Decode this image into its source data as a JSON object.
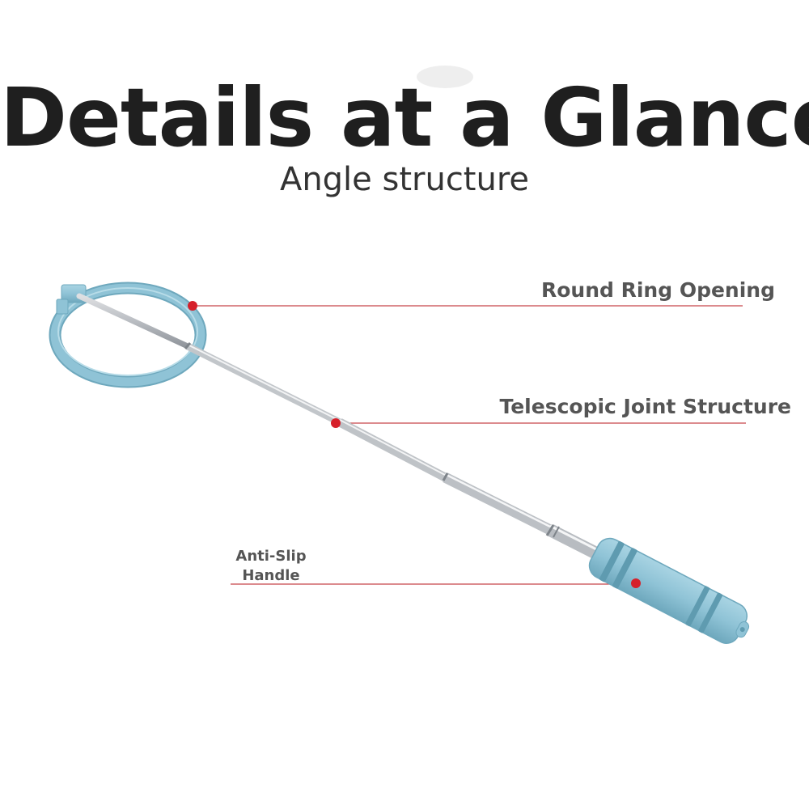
{
  "title": "Details at a Glance",
  "subtitle": "Angle structure",
  "callouts": {
    "ring": "Round Ring Opening",
    "joint": "Telescopic Joint Structure",
    "handle_line1": "Anti-Slip",
    "handle_line2": "Handle"
  },
  "colors": {
    "title": "#1f1f1f",
    "label": "#555555",
    "leader_line": "#c8464a",
    "marker_dot": "#d6202a",
    "plastic": "#8fc3d6",
    "steel": "#c9ccd0"
  }
}
